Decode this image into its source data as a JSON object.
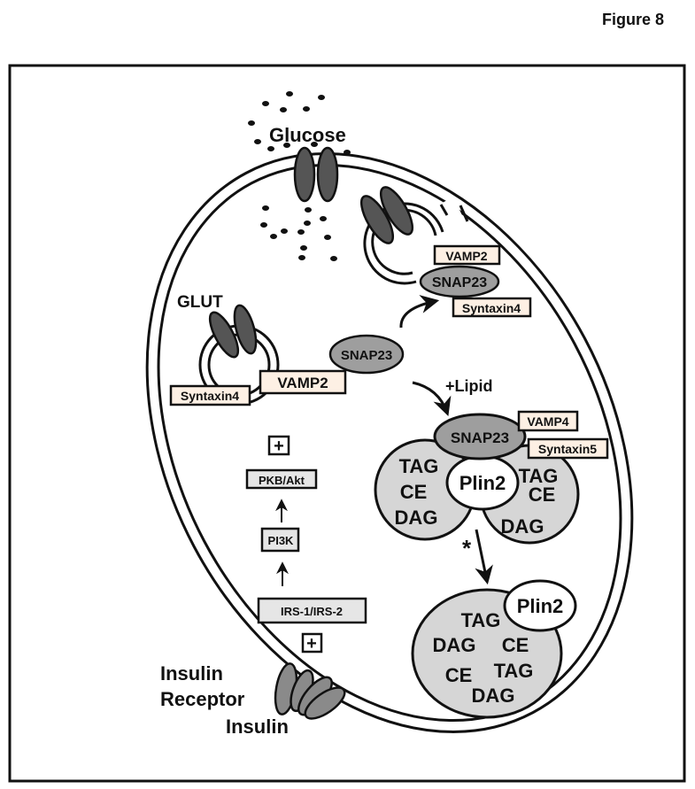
{
  "figure_title": "Figure 8",
  "colors": {
    "transporter_dark": "#555555",
    "snap_gray": "#9e9e9e",
    "receptor_gray": "#8a8a8a",
    "droplet_gray": "#d6d6d6",
    "snare_label_bg": "#fdf0e4",
    "pathway_box_bg": "#e6e6e6",
    "line": "#111111"
  },
  "extracellular": {
    "glucose_label": "Glucose"
  },
  "glut_vesicle": {
    "glut_label": "GLUT",
    "vamp_label": "VAMP2",
    "syntaxin_label": "Syntaxin4"
  },
  "fusion_site": {
    "vamp_label": "VAMP2",
    "snap_label": "SNAP23",
    "syntaxin_label": "Syntaxin4"
  },
  "free_snap": {
    "label": "SNAP23"
  },
  "lipid_arrow_label": "+Lipid",
  "lipid_droplet_pair": {
    "snap_label": "SNAP23",
    "vamp_label": "VAMP4",
    "syntaxin_label": "Syntaxin5",
    "plin_label": "Plin2",
    "left_contents": [
      "TAG",
      "CE",
      "DAG"
    ],
    "right_contents": [
      "TAG",
      "CE",
      "DAG"
    ]
  },
  "fusion_marker": "*",
  "fused_droplet": {
    "plin_label": "Plin2",
    "contents": [
      "TAG",
      "DAG",
      "CE",
      "CE",
      "TAG",
      "DAG"
    ]
  },
  "signaling": {
    "plus_symbol": "+",
    "steps": [
      "PKB/Akt",
      "PI3K",
      "IRS-1/IRS-2"
    ]
  },
  "receptor": {
    "line1": "Insulin",
    "line2": "Receptor",
    "ligand": "Insulin"
  }
}
